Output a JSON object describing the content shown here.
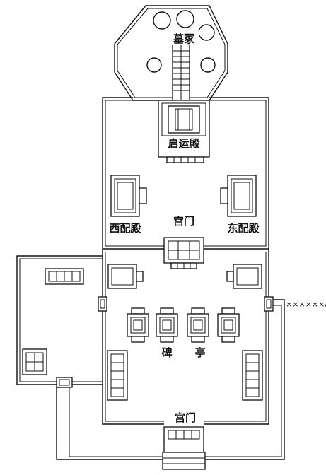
{
  "labels": {
    "tomb": "墓冢",
    "qiyun_hall": "启运殿",
    "west_side_hall": "西配殿",
    "east_side_hall": "东配殿",
    "palace_gate_upper": "宫门",
    "stele_left": "碑",
    "stele_right": "亭",
    "palace_gate_lower": "宫门",
    "marker": "××××××/"
  },
  "colors": {
    "line": "#111111",
    "background": "#ffffff"
  }
}
